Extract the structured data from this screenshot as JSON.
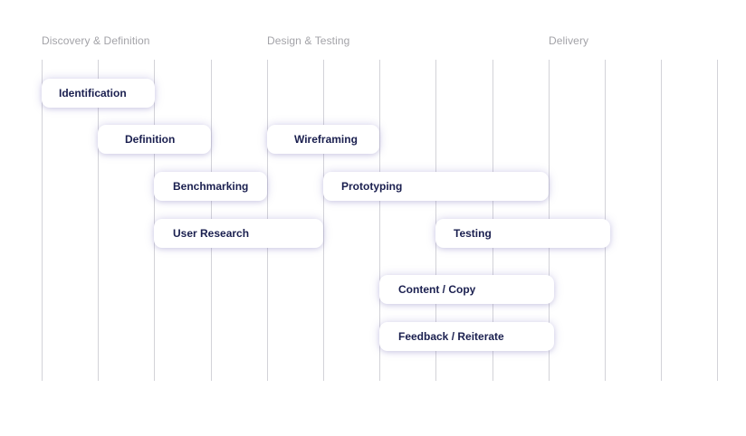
{
  "timeline": {
    "phases": [
      {
        "label": "Discovery & Definition"
      },
      {
        "label": "Design & Testing"
      },
      {
        "label": "Delivery"
      }
    ],
    "tasks": [
      {
        "label": "Identification"
      },
      {
        "label": "Definition"
      },
      {
        "label": "Wireframing"
      },
      {
        "label": "Benchmarking"
      },
      {
        "label": "Prototyping"
      },
      {
        "label": "User Research"
      },
      {
        "label": "Testing"
      },
      {
        "label": "Content / Copy"
      },
      {
        "label": "Feedback / Reiterate"
      }
    ]
  },
  "colors": {
    "task_text": "#1a1f4f",
    "phase_text": "#a3a3a8",
    "grid_line": "#d3d3d8",
    "card_shadow": "#8076c4"
  }
}
